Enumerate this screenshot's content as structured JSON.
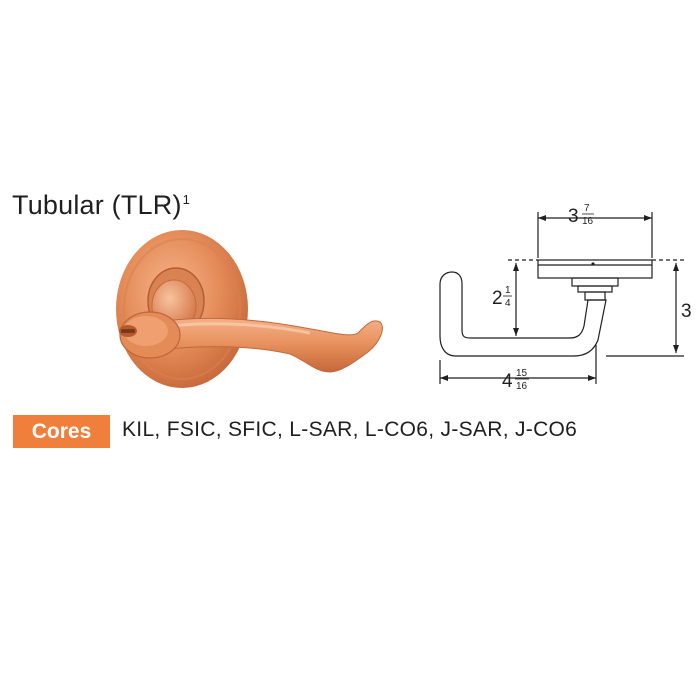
{
  "product": {
    "title": "Tubular (TLR)",
    "title_footnote": "1"
  },
  "dimensions": {
    "width_top": {
      "whole": "3",
      "num": "7",
      "den": "16"
    },
    "lever_drop": {
      "whole": "2",
      "num": "1",
      "den": "4"
    },
    "height_right": "3",
    "length_bottom": {
      "whole": "4",
      "num": "15",
      "den": "16"
    }
  },
  "cores": {
    "label": "Cores",
    "list": "KIL, FSIC, SFIC, L-SAR, L-CO6, J-SAR, J-CO6"
  },
  "colors": {
    "accent": "#f07f3c",
    "finish": "#e5915f"
  }
}
